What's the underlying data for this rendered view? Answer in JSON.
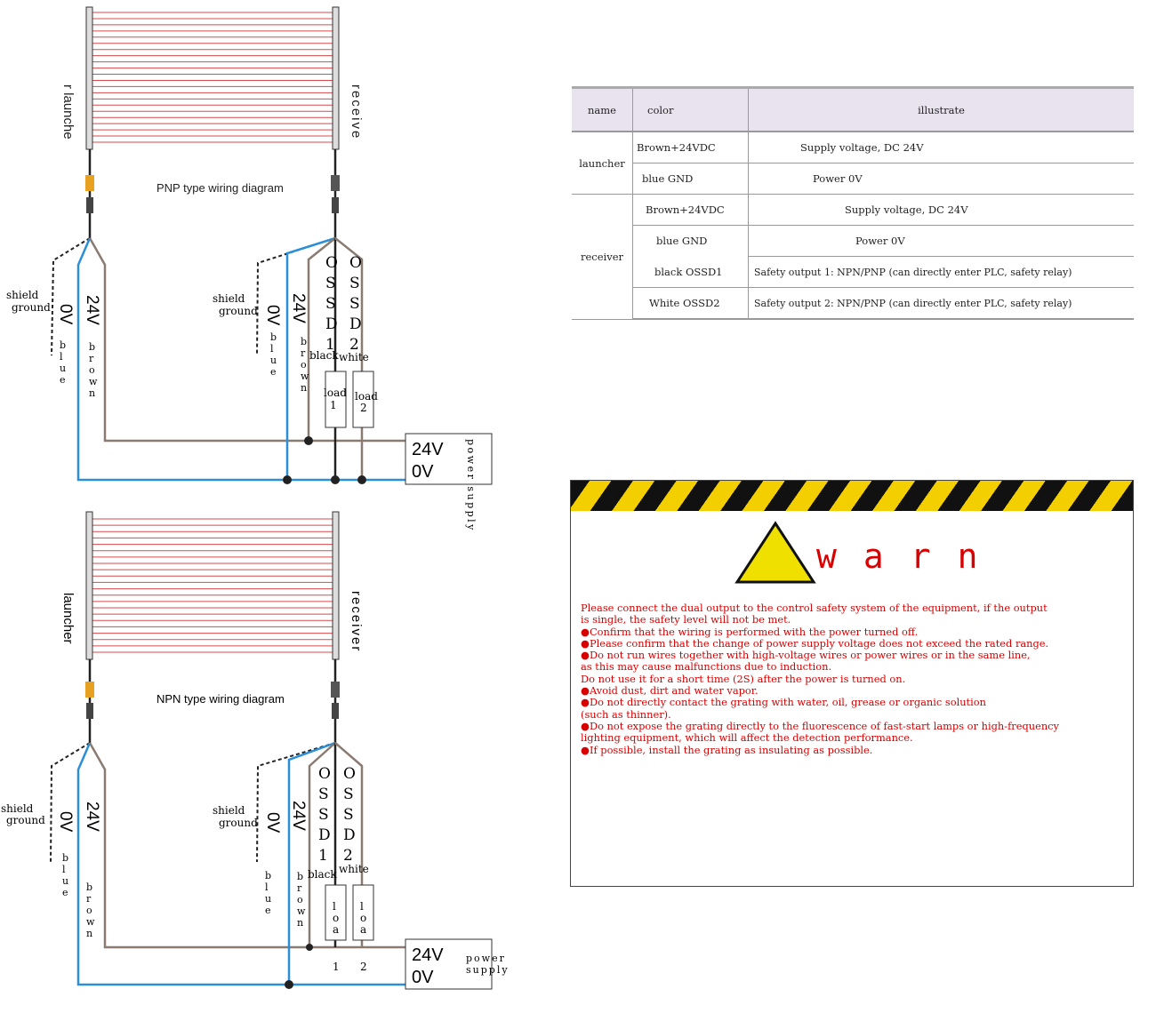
{
  "pnp": {
    "title": "PNP type wiring diagram",
    "launcher": "r launche",
    "receiver": "receive",
    "shield1": "shield",
    "ground1": "ground",
    "shield2": "shield",
    "ground2": "ground",
    "v0": "0V",
    "v24": "24V",
    "blue": "blue",
    "brown": "brown",
    "ossd1": "OSSD1",
    "ossd2": "OSSD2",
    "black": "black",
    "white": "white",
    "load1": "load",
    "load1n": "1",
    "load2": "load",
    "load2n": "2",
    "ps24": "24V",
    "ps0": "0V",
    "ps_label": "power supply"
  },
  "npn": {
    "title": "NPN type wiring diagram",
    "launcher": "launcher",
    "receiver": "receiver",
    "shield1": "shield",
    "ground1": "ground",
    "shield2": "shield",
    "ground2": "ground",
    "v0": "0V",
    "v24": "24V",
    "blue": "blue",
    "brown": "brown",
    "ossd1": "OSSD1",
    "ossd2": "OSSD2",
    "black": "black",
    "white": "white",
    "load1": "loa",
    "load1n": "1",
    "load2": "loa",
    "load2n": "2",
    "ps24": "24V",
    "ps0": "0V",
    "ps_label1": "power",
    "ps_label2": "supply"
  },
  "table": {
    "headers": [
      "name",
      "color",
      "illustrate"
    ],
    "launcher_name": "launcher",
    "receiver_name": "receiver",
    "rows": [
      {
        "color": "Brown+24VDC",
        "illustrate": "Supply voltage, DC 24V"
      },
      {
        "color": "blue GND",
        "illustrate": "Power 0V"
      },
      {
        "color": "Brown+24VDC",
        "illustrate": "Supply voltage, DC 24V"
      },
      {
        "color": "blue GND",
        "illustrate": "Power 0V"
      },
      {
        "color": "black OSSD1",
        "illustrate": "Safety output 1: NPN/PNP (can directly enter PLC, safety relay)"
      },
      {
        "color": "White OSSD2",
        "illustrate": "Safety output 2: NPN/PNP (can directly enter PLC, safety relay)"
      }
    ]
  },
  "warning": {
    "title": "warn",
    "lines": [
      "Please connect the dual output to the control safety system of the equipment, if the output",
      "is single, the safety level will not be met.",
      "●Confirm that the wiring is performed with the power turned off.",
      "●Please confirm that the change of power supply voltage does not exceed the rated range.",
      "●Do not run wires together with high-voltage wires or power wires or in the same line,",
      "as this may cause malfunctions due to induction.",
      "Do not use it for a short time (2S) after the power is turned on.",
      "●Avoid dust, dirt and water vapor.",
      "●Do not directly contact the grating with water, oil, grease or organic solution",
      "(such as thinner).",
      "●Do not expose the grating directly to the fluorescence of fast-start lamps or high-frequency",
      "lighting equipment, which will affect the detection performance.",
      "●If possible, install the grating as insulating as possible."
    ],
    "colors": {
      "text": "#d80000",
      "stripe_dark": "#111111",
      "stripe_yellow": "#f3cf00",
      "triangle": "#f0e000"
    }
  },
  "colors": {
    "beam": "#d94a4a",
    "blue_wire": "#2a8fd8",
    "brown_wire": "#8a7b72",
    "black_wire": "#222222",
    "connector": "#e8a020"
  }
}
